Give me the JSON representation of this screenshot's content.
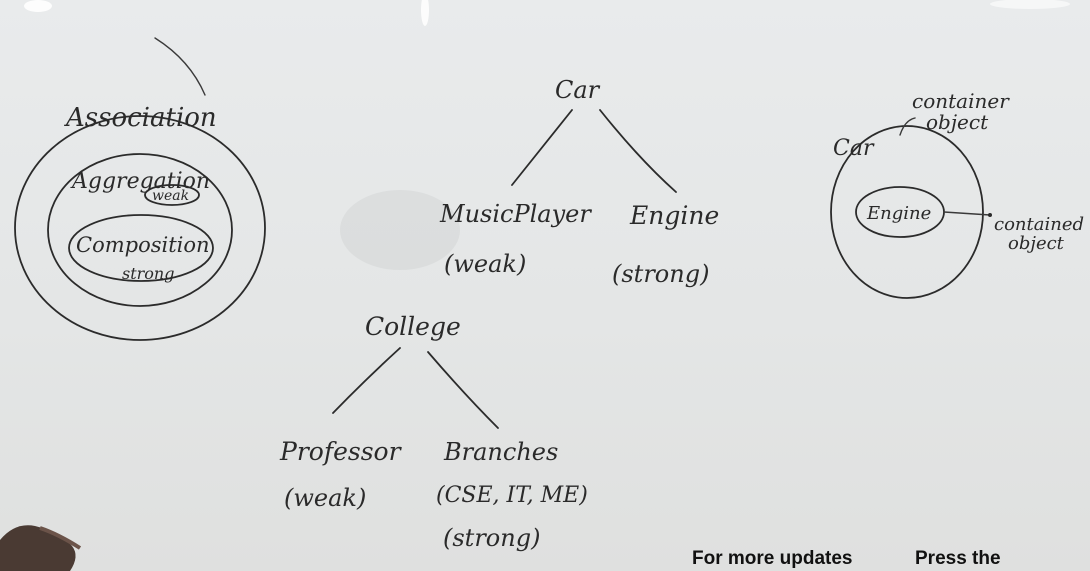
{
  "board": {
    "venn": {
      "association": "Association",
      "aggregation": "Aggregation",
      "weak": "weak",
      "composition": "Composition",
      "strong": "strong"
    },
    "car_tree": {
      "root": "Car",
      "left": "MusicPlayer",
      "left_note": "(weak)",
      "right": "Engine",
      "right_note": "(strong)"
    },
    "college_tree": {
      "root": "College",
      "left": "Professor",
      "left_note": "(weak)",
      "right": "Branches",
      "right_items": "(CSE, IT, ME)",
      "right_note": "(strong)"
    },
    "container_diagram": {
      "outer": "Car",
      "inner": "Engine",
      "container_label": "container object",
      "contained_label": "contained object"
    }
  },
  "overlay": {
    "updates": "For more updates",
    "press": "Press the"
  }
}
